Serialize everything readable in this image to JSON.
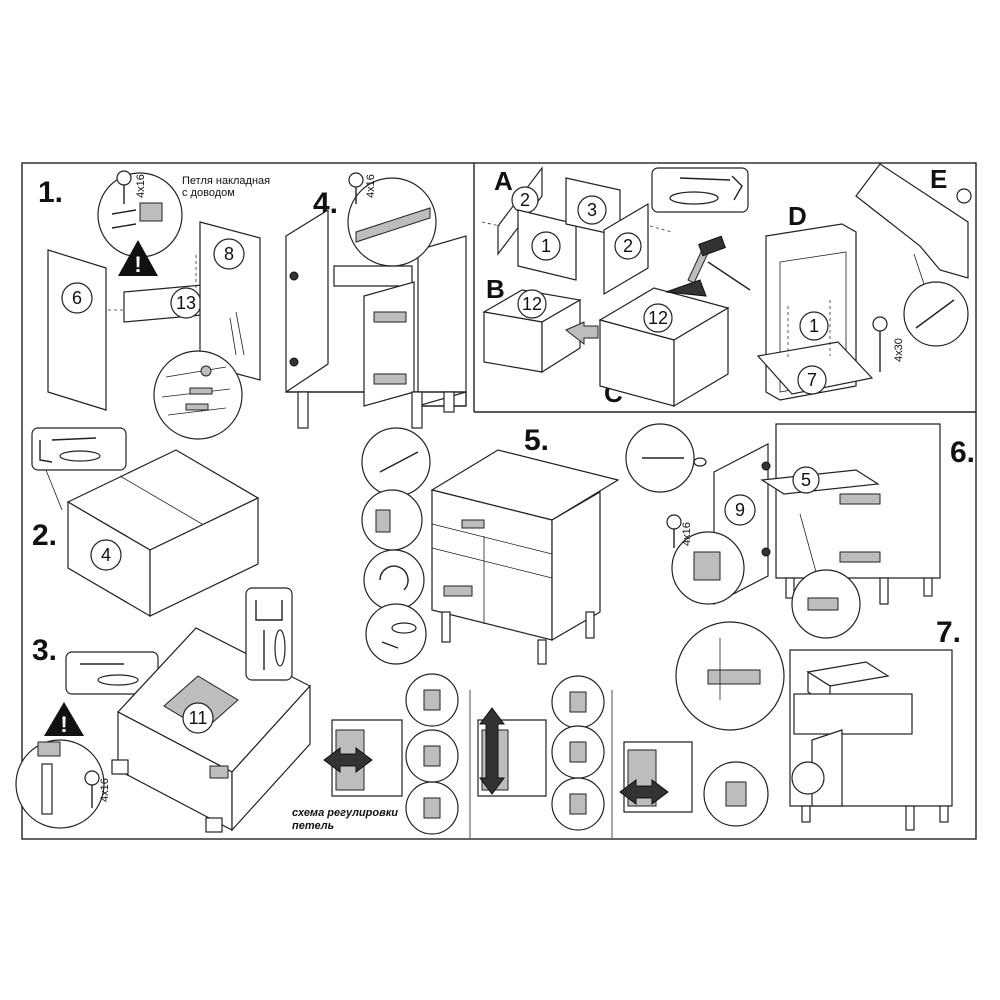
{
  "steps": {
    "s1": "1.",
    "s2": "2.",
    "s3": "3.",
    "s4": "4.",
    "s5": "5.",
    "s6": "6.",
    "s7": "7."
  },
  "letters": {
    "a": "A",
    "b": "B",
    "c": "C",
    "d": "D",
    "e": "E"
  },
  "captions": {
    "hinge_line1": "Петля накладная",
    "hinge_line2": "с доводом",
    "hinge_scheme_line1": "схема регулировки",
    "hinge_scheme_line2": "петель"
  },
  "screws": {
    "s4x16": "4x16",
    "s4x30": "4x30"
  },
  "warning_symbol": "!",
  "parts": {
    "p1": "1",
    "p2": "2",
    "p3": "3",
    "p4": "4",
    "p5": "5",
    "p6": "6",
    "p7": "7",
    "p8": "8",
    "p9": "9",
    "p11": "11",
    "p12": "12",
    "p13": "13"
  },
  "colors": {
    "line": "#222222",
    "accent_dots": "#cc3333",
    "shade": "#bdbdbd"
  }
}
